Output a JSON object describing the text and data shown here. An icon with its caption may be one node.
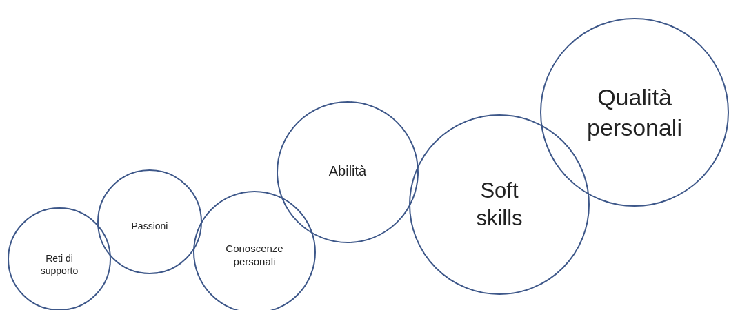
{
  "diagram": {
    "nodes": [
      {
        "text": [
          "Reti di supporto"
        ]
      },
      {
        "text": [
          "Passioni"
        ]
      },
      {
        "text": [
          "Conoscenze personali"
        ]
      },
      {
        "text": [
          "Abilità"
        ]
      },
      {
        "text": [
          "Soft skills"
        ]
      },
      {
        "text": [
          "Qualità personali"
        ]
      }
    ]
  }
}
